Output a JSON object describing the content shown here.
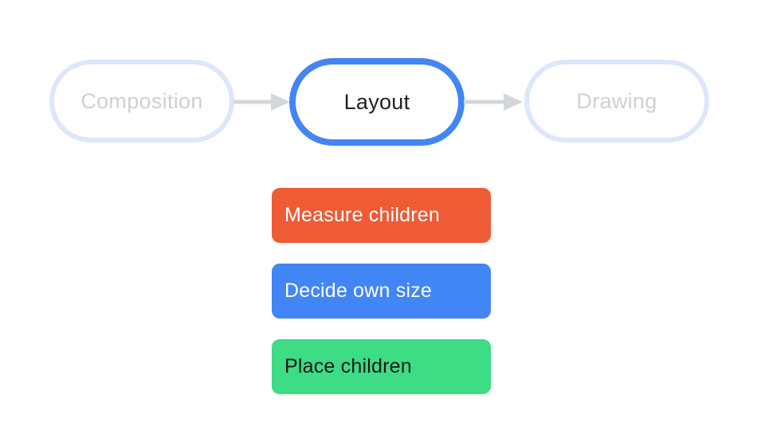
{
  "stages": [
    {
      "label": "Composition",
      "state": "inactive"
    },
    {
      "label": "Layout",
      "state": "active"
    },
    {
      "label": "Drawing",
      "state": "inactive"
    }
  ],
  "steps": [
    {
      "label": "Measure children",
      "bg": "#ef5b35",
      "fg": "#ffffff"
    },
    {
      "label": "Decide own size",
      "bg": "#4285f4",
      "fg": "#ffffff"
    },
    {
      "label": "Place children",
      "bg": "#3ddc85",
      "fg": "#16181a"
    }
  ],
  "colors": {
    "background": "#ffffff",
    "active_border": "#4285f4",
    "active_text": "#202124",
    "inactive_border": "#dde6fa",
    "inactive_text": "#cdd0d4",
    "arrow": "#d4d7da"
  }
}
